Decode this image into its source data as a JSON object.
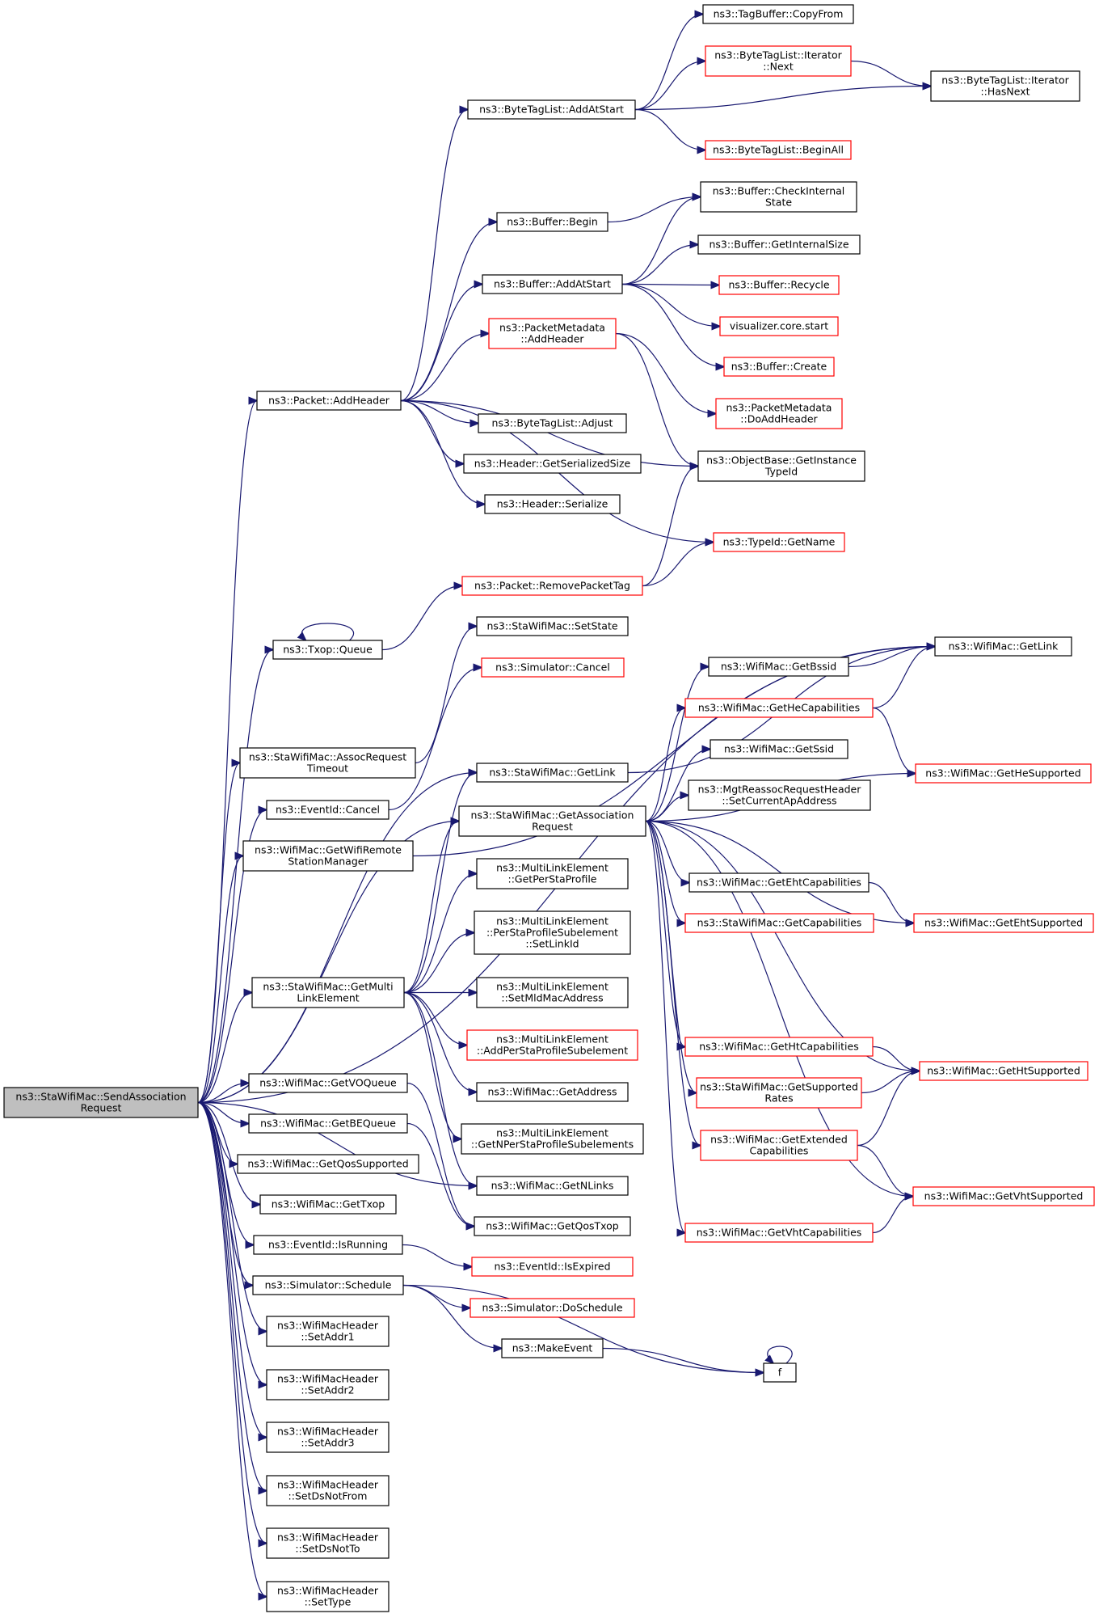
{
  "graph": {
    "root": "n0",
    "nodes": [
      {
        "id": "n0",
        "lines": [
          "ns3::StaWifiMac::SendAssociation",
          "Request"
        ],
        "border": "root"
      },
      {
        "id": "n1",
        "lines": [
          "ns3::Packet::AddHeader"
        ],
        "border": "black"
      },
      {
        "id": "n2",
        "lines": [
          "ns3::Txop::Queue"
        ],
        "border": "black"
      },
      {
        "id": "n3",
        "lines": [
          "ns3::StaWifiMac::AssocRequest",
          "Timeout"
        ],
        "border": "black"
      },
      {
        "id": "n4",
        "lines": [
          "ns3::EventId::Cancel"
        ],
        "border": "black"
      },
      {
        "id": "n5",
        "lines": [
          "ns3::WifiMac::GetWifiRemote",
          "StationManager"
        ],
        "border": "black"
      },
      {
        "id": "n6",
        "lines": [
          "ns3::StaWifiMac::GetMulti",
          "LinkElement"
        ],
        "border": "black"
      },
      {
        "id": "n7",
        "lines": [
          "ns3::WifiMac::GetVOQueue"
        ],
        "border": "black"
      },
      {
        "id": "n8",
        "lines": [
          "ns3::WifiMac::GetBEQueue"
        ],
        "border": "black"
      },
      {
        "id": "n9",
        "lines": [
          "ns3::WifiMac::GetQosSupported"
        ],
        "border": "black"
      },
      {
        "id": "n10",
        "lines": [
          "ns3::WifiMac::GetTxop"
        ],
        "border": "black"
      },
      {
        "id": "n11",
        "lines": [
          "ns3::EventId::IsRunning"
        ],
        "border": "black"
      },
      {
        "id": "n12",
        "lines": [
          "ns3::Simulator::Schedule"
        ],
        "border": "black"
      },
      {
        "id": "n13",
        "lines": [
          "ns3::WifiMacHeader",
          "::SetAddr1"
        ],
        "border": "black"
      },
      {
        "id": "n14",
        "lines": [
          "ns3::WifiMacHeader",
          "::SetAddr2"
        ],
        "border": "black"
      },
      {
        "id": "n15",
        "lines": [
          "ns3::WifiMacHeader",
          "::SetAddr3"
        ],
        "border": "black"
      },
      {
        "id": "n16",
        "lines": [
          "ns3::WifiMacHeader",
          "::SetDsNotFrom"
        ],
        "border": "black"
      },
      {
        "id": "n17",
        "lines": [
          "ns3::WifiMacHeader",
          "::SetDsNotTo"
        ],
        "border": "black"
      },
      {
        "id": "n18",
        "lines": [
          "ns3::WifiMacHeader",
          "::SetType"
        ],
        "border": "black"
      },
      {
        "id": "n19",
        "lines": [
          "ns3::ByteTagList::AddAtStart"
        ],
        "border": "black"
      },
      {
        "id": "n20",
        "lines": [
          "ns3::Buffer::Begin"
        ],
        "border": "black"
      },
      {
        "id": "n21",
        "lines": [
          "ns3::Buffer::AddAtStart"
        ],
        "border": "black"
      },
      {
        "id": "n22",
        "lines": [
          "ns3::PacketMetadata",
          "::AddHeader"
        ],
        "border": "red"
      },
      {
        "id": "n23",
        "lines": [
          "ns3::ByteTagList::Adjust"
        ],
        "border": "black"
      },
      {
        "id": "n24",
        "lines": [
          "ns3::Header::GetSerializedSize"
        ],
        "border": "black"
      },
      {
        "id": "n25",
        "lines": [
          "ns3::Header::Serialize"
        ],
        "border": "black"
      },
      {
        "id": "n26",
        "lines": [
          "ns3::Packet::RemovePacketTag"
        ],
        "border": "red"
      },
      {
        "id": "n27",
        "lines": [
          "ns3::StaWifiMac::SetState"
        ],
        "border": "black"
      },
      {
        "id": "n28",
        "lines": [
          "ns3::Simulator::Cancel"
        ],
        "border": "red"
      },
      {
        "id": "n29",
        "lines": [
          "ns3::StaWifiMac::GetLink"
        ],
        "border": "black"
      },
      {
        "id": "n30",
        "lines": [
          "ns3::StaWifiMac::GetAssociation",
          "Request"
        ],
        "border": "black"
      },
      {
        "id": "n31",
        "lines": [
          "ns3::MultiLinkElement",
          "::GetPerStaProfile"
        ],
        "border": "black"
      },
      {
        "id": "n32",
        "lines": [
          "ns3::MultiLinkElement",
          "::PerStaProfileSubelement",
          "::SetLinkId"
        ],
        "border": "black"
      },
      {
        "id": "n33",
        "lines": [
          "ns3::MultiLinkElement",
          "::SetMldMacAddress"
        ],
        "border": "black"
      },
      {
        "id": "n34",
        "lines": [
          "ns3::MultiLinkElement",
          "::AddPerStaProfileSubelement"
        ],
        "border": "red"
      },
      {
        "id": "n35",
        "lines": [
          "ns3::WifiMac::GetAddress"
        ],
        "border": "black"
      },
      {
        "id": "n36",
        "lines": [
          "ns3::MultiLinkElement",
          "::GetNPerStaProfileSubelements"
        ],
        "border": "black"
      },
      {
        "id": "n37",
        "lines": [
          "ns3::WifiMac::GetNLinks"
        ],
        "border": "black"
      },
      {
        "id": "n38",
        "lines": [
          "ns3::WifiMac::GetQosTxop"
        ],
        "border": "black"
      },
      {
        "id": "n39",
        "lines": [
          "ns3::EventId::IsExpired"
        ],
        "border": "red"
      },
      {
        "id": "n40",
        "lines": [
          "ns3::Simulator::DoSchedule"
        ],
        "border": "red"
      },
      {
        "id": "n41",
        "lines": [
          "ns3::MakeEvent"
        ],
        "border": "black"
      },
      {
        "id": "n42",
        "lines": [
          "ns3::TagBuffer::CopyFrom"
        ],
        "border": "black"
      },
      {
        "id": "n43",
        "lines": [
          "ns3::ByteTagList::Iterator",
          "::Next"
        ],
        "border": "red"
      },
      {
        "id": "n44",
        "lines": [
          "ns3::ByteTagList::Iterator",
          "::HasNext"
        ],
        "border": "black"
      },
      {
        "id": "n45",
        "lines": [
          "ns3::ByteTagList::BeginAll"
        ],
        "border": "red"
      },
      {
        "id": "n46",
        "lines": [
          "ns3::Buffer::CheckInternal",
          "State"
        ],
        "border": "black"
      },
      {
        "id": "n47",
        "lines": [
          "ns3::Buffer::GetInternalSize"
        ],
        "border": "black"
      },
      {
        "id": "n48",
        "lines": [
          "ns3::Buffer::Recycle"
        ],
        "border": "red"
      },
      {
        "id": "n49",
        "lines": [
          "visualizer.core.start"
        ],
        "border": "red"
      },
      {
        "id": "n50",
        "lines": [
          "ns3::Buffer::Create"
        ],
        "border": "red"
      },
      {
        "id": "n51",
        "lines": [
          "ns3::PacketMetadata",
          "::DoAddHeader"
        ],
        "border": "red"
      },
      {
        "id": "n52",
        "lines": [
          "ns3::ObjectBase::GetInstance",
          "TypeId"
        ],
        "border": "black"
      },
      {
        "id": "n53",
        "lines": [
          "ns3::TypeId::GetName"
        ],
        "border": "red"
      },
      {
        "id": "n54",
        "lines": [
          "ns3::WifiMac::GetBssid"
        ],
        "border": "black"
      },
      {
        "id": "n55",
        "lines": [
          "ns3::WifiMac::GetHeCapabilities"
        ],
        "border": "red"
      },
      {
        "id": "n56",
        "lines": [
          "ns3::WifiMac::GetSsid"
        ],
        "border": "black"
      },
      {
        "id": "n57",
        "lines": [
          "ns3::MgtReassocRequestHeader",
          "::SetCurrentApAddress"
        ],
        "border": "black"
      },
      {
        "id": "n58",
        "lines": [
          "ns3::WifiMac::GetEhtCapabilities"
        ],
        "border": "black"
      },
      {
        "id": "n59",
        "lines": [
          "ns3::StaWifiMac::GetCapabilities"
        ],
        "border": "red"
      },
      {
        "id": "n60",
        "lines": [
          "ns3::WifiMac::GetHtCapabilities"
        ],
        "border": "red"
      },
      {
        "id": "n61",
        "lines": [
          "ns3::StaWifiMac::GetSupported",
          "Rates"
        ],
        "border": "red"
      },
      {
        "id": "n62",
        "lines": [
          "ns3::WifiMac::GetExtended",
          "Capabilities"
        ],
        "border": "red"
      },
      {
        "id": "n63",
        "lines": [
          "ns3::WifiMac::GetVhtCapabilities"
        ],
        "border": "red"
      },
      {
        "id": "n64",
        "lines": [
          "f"
        ],
        "border": "black"
      },
      {
        "id": "n65",
        "lines": [
          "ns3::WifiMac::GetLink"
        ],
        "border": "black"
      },
      {
        "id": "n66",
        "lines": [
          "ns3::WifiMac::GetHeSupported"
        ],
        "border": "red"
      },
      {
        "id": "n67",
        "lines": [
          "ns3::WifiMac::GetEhtSupported"
        ],
        "border": "red"
      },
      {
        "id": "n68",
        "lines": [
          "ns3::WifiMac::GetHtSupported"
        ],
        "border": "red"
      },
      {
        "id": "n69",
        "lines": [
          "ns3::WifiMac::GetVhtSupported"
        ],
        "border": "red"
      }
    ],
    "edges": [
      [
        "n0",
        "n1"
      ],
      [
        "n0",
        "n2"
      ],
      [
        "n0",
        "n3"
      ],
      [
        "n0",
        "n4"
      ],
      [
        "n0",
        "n5"
      ],
      [
        "n0",
        "n6"
      ],
      [
        "n0",
        "n7"
      ],
      [
        "n0",
        "n8"
      ],
      [
        "n0",
        "n9"
      ],
      [
        "n0",
        "n10"
      ],
      [
        "n0",
        "n11"
      ],
      [
        "n0",
        "n12"
      ],
      [
        "n0",
        "n13"
      ],
      [
        "n0",
        "n14"
      ],
      [
        "n0",
        "n15"
      ],
      [
        "n0",
        "n16"
      ],
      [
        "n0",
        "n17"
      ],
      [
        "n0",
        "n18"
      ],
      [
        "n0",
        "n29"
      ],
      [
        "n0",
        "n30"
      ],
      [
        "n0",
        "n37"
      ],
      [
        "n0",
        "n65"
      ],
      [
        "n1",
        "n19"
      ],
      [
        "n1",
        "n20"
      ],
      [
        "n1",
        "n21"
      ],
      [
        "n1",
        "n22"
      ],
      [
        "n1",
        "n23"
      ],
      [
        "n1",
        "n24"
      ],
      [
        "n1",
        "n25"
      ],
      [
        "n1",
        "n52"
      ],
      [
        "n1",
        "n53"
      ],
      [
        "n2",
        "n2"
      ],
      [
        "n2",
        "n26"
      ],
      [
        "n3",
        "n27"
      ],
      [
        "n4",
        "n28"
      ],
      [
        "n5",
        "n65"
      ],
      [
        "n6",
        "n29"
      ],
      [
        "n6",
        "n30"
      ],
      [
        "n6",
        "n31"
      ],
      [
        "n6",
        "n32"
      ],
      [
        "n6",
        "n33"
      ],
      [
        "n6",
        "n34"
      ],
      [
        "n6",
        "n35"
      ],
      [
        "n6",
        "n36"
      ],
      [
        "n6",
        "n37"
      ],
      [
        "n7",
        "n38"
      ],
      [
        "n8",
        "n38"
      ],
      [
        "n11",
        "n39"
      ],
      [
        "n12",
        "n40"
      ],
      [
        "n12",
        "n41"
      ],
      [
        "n12",
        "n64"
      ],
      [
        "n19",
        "n42"
      ],
      [
        "n19",
        "n43"
      ],
      [
        "n19",
        "n44"
      ],
      [
        "n19",
        "n45"
      ],
      [
        "n43",
        "n44"
      ],
      [
        "n20",
        "n46"
      ],
      [
        "n21",
        "n46"
      ],
      [
        "n21",
        "n47"
      ],
      [
        "n21",
        "n48"
      ],
      [
        "n21",
        "n49"
      ],
      [
        "n21",
        "n50"
      ],
      [
        "n22",
        "n51"
      ],
      [
        "n22",
        "n52"
      ],
      [
        "n26",
        "n52"
      ],
      [
        "n26",
        "n53"
      ],
      [
        "n29",
        "n65"
      ],
      [
        "n30",
        "n54"
      ],
      [
        "n30",
        "n55"
      ],
      [
        "n30",
        "n56"
      ],
      [
        "n30",
        "n57"
      ],
      [
        "n30",
        "n58"
      ],
      [
        "n30",
        "n59"
      ],
      [
        "n30",
        "n60"
      ],
      [
        "n30",
        "n61"
      ],
      [
        "n30",
        "n62"
      ],
      [
        "n30",
        "n63"
      ],
      [
        "n30",
        "n66"
      ],
      [
        "n30",
        "n67"
      ],
      [
        "n30",
        "n68"
      ],
      [
        "n30",
        "n69"
      ],
      [
        "n41",
        "n64"
      ],
      [
        "n64",
        "n64"
      ],
      [
        "n54",
        "n65"
      ],
      [
        "n55",
        "n65"
      ],
      [
        "n55",
        "n66"
      ],
      [
        "n58",
        "n67"
      ],
      [
        "n60",
        "n68"
      ],
      [
        "n61",
        "n68"
      ],
      [
        "n62",
        "n68"
      ],
      [
        "n62",
        "n69"
      ],
      [
        "n63",
        "n69"
      ]
    ]
  }
}
